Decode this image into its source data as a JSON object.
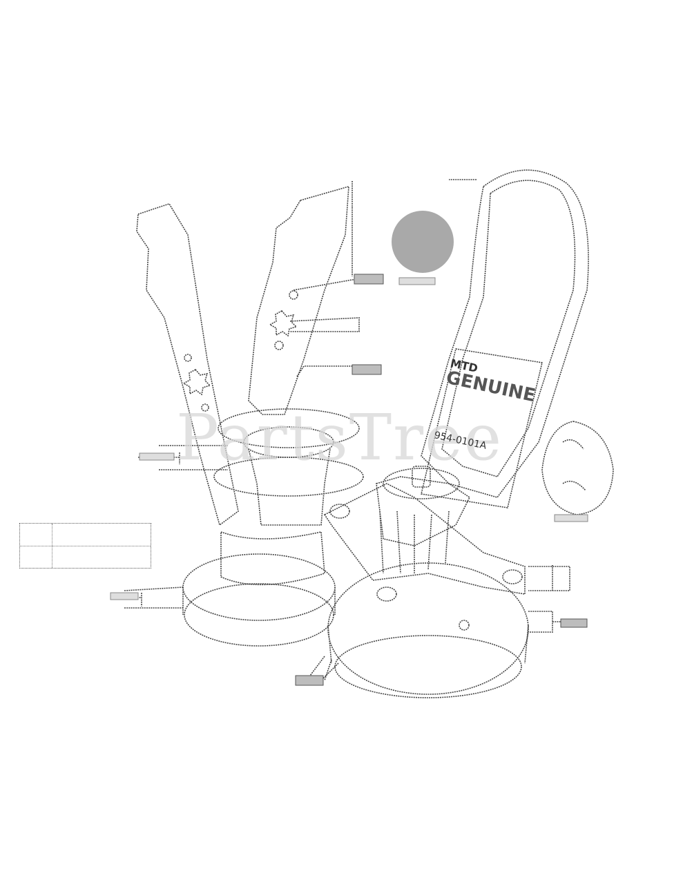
{
  "watermark": {
    "text": "PartsTree"
  },
  "belt_label": {
    "line1": "MTD",
    "line2": "GENUINE",
    "part_number": "954-0101A"
  },
  "colors": {
    "line": "#444444",
    "watermark": "#d7d7d7",
    "dot_fill": "#999999"
  }
}
